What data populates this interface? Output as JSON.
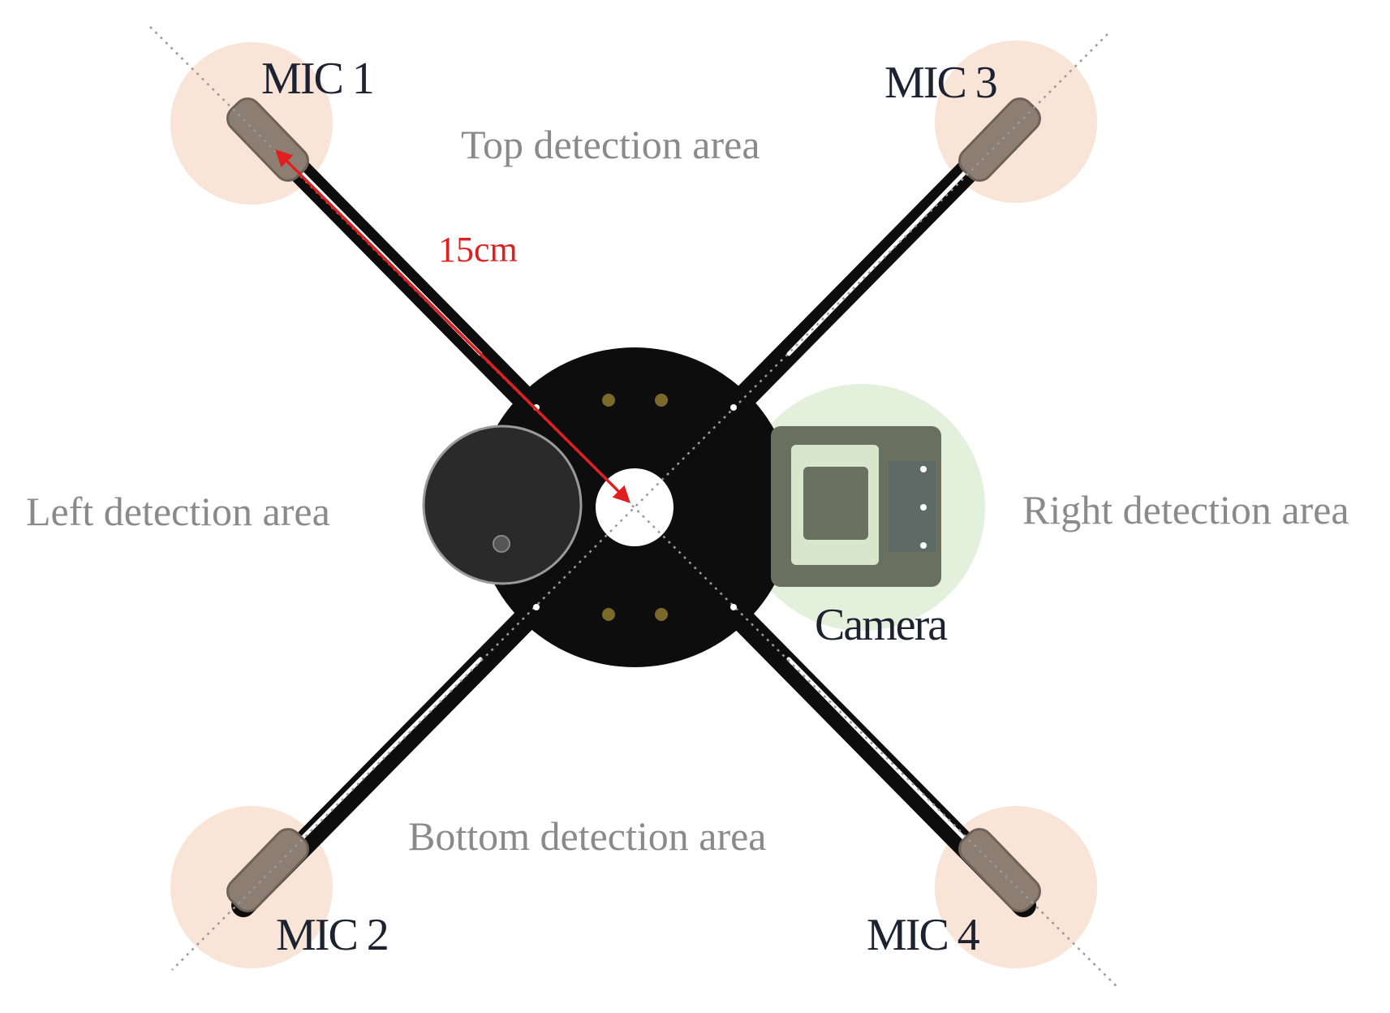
{
  "labels": {
    "mic1": "MIC 1",
    "mic2": "MIC 2",
    "mic3": "MIC 3",
    "mic4": "MIC 4",
    "top_area": "Top detection area",
    "bottom_area": "Bottom detection area",
    "left_area": "Left detection area",
    "right_area": "Right detection area",
    "camera": "Camera",
    "distance": "15cm"
  },
  "colors": {
    "frame": "#0d0d0d",
    "mic_zone": "#f9e4d8",
    "camera_zone": "#e3f0dc",
    "arrow": "#e02020",
    "area_text": "#8a8a8a",
    "label_text": "#1c2230"
  }
}
